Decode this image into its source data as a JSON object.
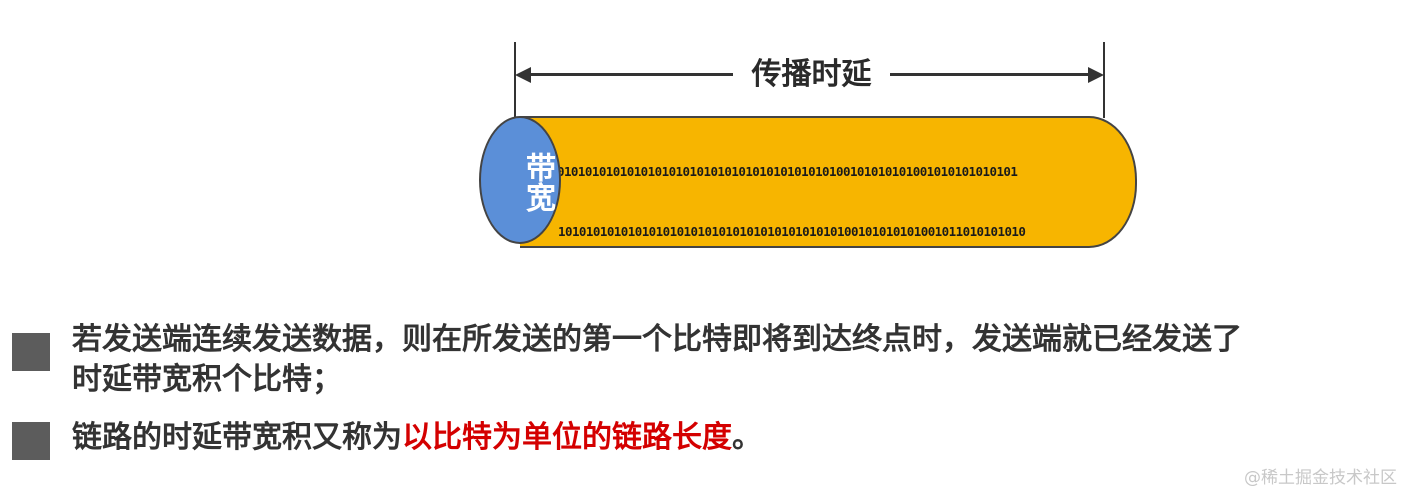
{
  "diagram": {
    "delay_label": "传播时延",
    "bandwidth_label": "带宽",
    "bit_rows": [
      "1010101010101010101010101010101010101010100101010101001010101010101",
      "1010101010101010101010101010101010101010100101010101001011010101010",
      "1010101010101010101010101010101010101010100101010101001011010101010",
      "1010101010101010101010101010101010101010100101010101001011010101010",
      "1010101010101010101010101010101010101010100101010101001011010101010",
      "1010101010101010101010101010101010101010100101010101001010101010101"
    ],
    "colors": {
      "tube": "#f7b500",
      "bandwidth": "#5b8fd8",
      "highlight": "#d40000"
    }
  },
  "bullets": {
    "item1_line1": "若发送端连续发送数据，则在所发送的第一个比特即将到达终点时，发送端就已经发送了",
    "item1_line2": "时延带宽积个比特；",
    "item2_prefix": "链路的时延带宽积又称为",
    "item2_highlight": "以比特为单位的链路长度",
    "item2_suffix": "。"
  },
  "watermark": "@稀土掘金技术社区"
}
